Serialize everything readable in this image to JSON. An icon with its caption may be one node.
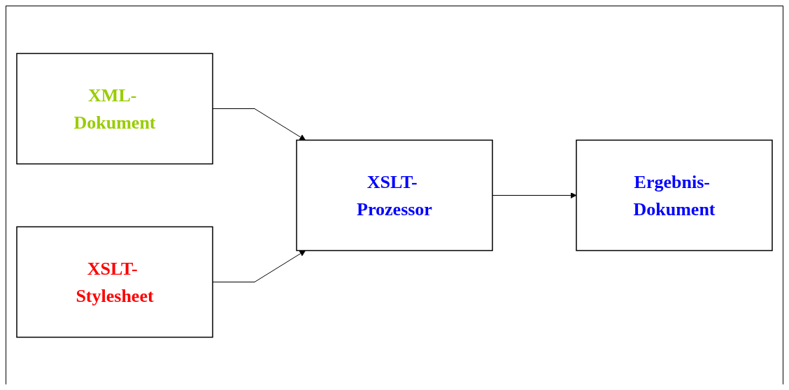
{
  "diagram": {
    "nodes": [
      {
        "text": [
          "XML- Dokument"
        ]
      },
      {
        "text": [
          "XSLT- Stylesheet"
        ]
      },
      {
        "text": [
          "XSLT- Prozessor"
        ]
      },
      {
        "text": [
          "Ergebnis- Dokument"
        ]
      }
    ],
    "edges": [
      {
        "from": 0,
        "to": 2,
        "arrow": "to"
      },
      {
        "from": 1,
        "to": 2,
        "arrow": "to"
      },
      {
        "from": 2,
        "to": 3,
        "arrow": "to"
      }
    ]
  }
}
